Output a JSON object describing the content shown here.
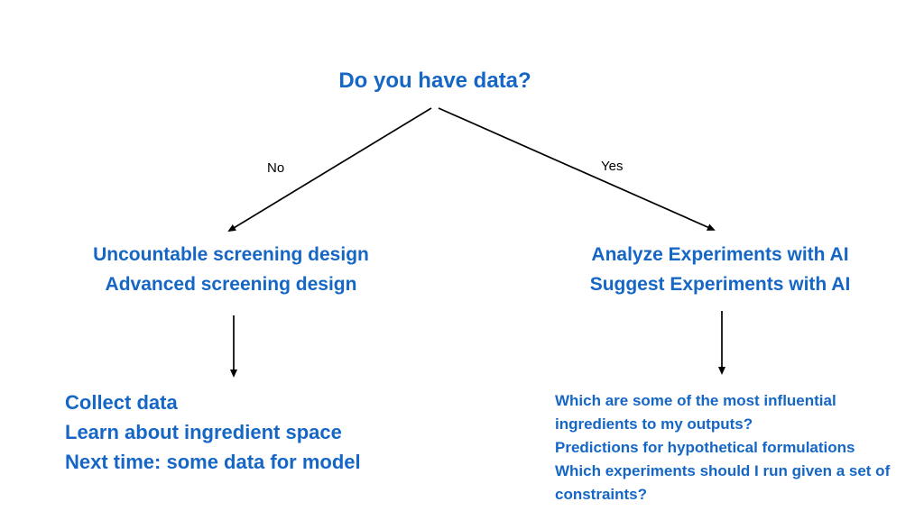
{
  "root": {
    "question": "Do you have data?"
  },
  "edges": {
    "no_label": "No",
    "yes_label": "Yes"
  },
  "left_branch": {
    "lines": [
      "Uncountable screening design",
      "Advanced screening design"
    ]
  },
  "right_branch": {
    "lines": [
      "Analyze Experiments with AI",
      "Suggest Experiments with AI"
    ]
  },
  "left_outcome": {
    "lines": [
      "Collect data",
      "Learn about ingredient space",
      "Next time: some data for model"
    ]
  },
  "right_outcome": {
    "lines": [
      "Which are some of the most influential ingredients to my outputs?",
      "Predictions for hypothetical formulations",
      "Which experiments should I run given a set of constraints?"
    ]
  },
  "colors": {
    "text_blue": "#1566C5",
    "arrow_black": "#000000"
  }
}
